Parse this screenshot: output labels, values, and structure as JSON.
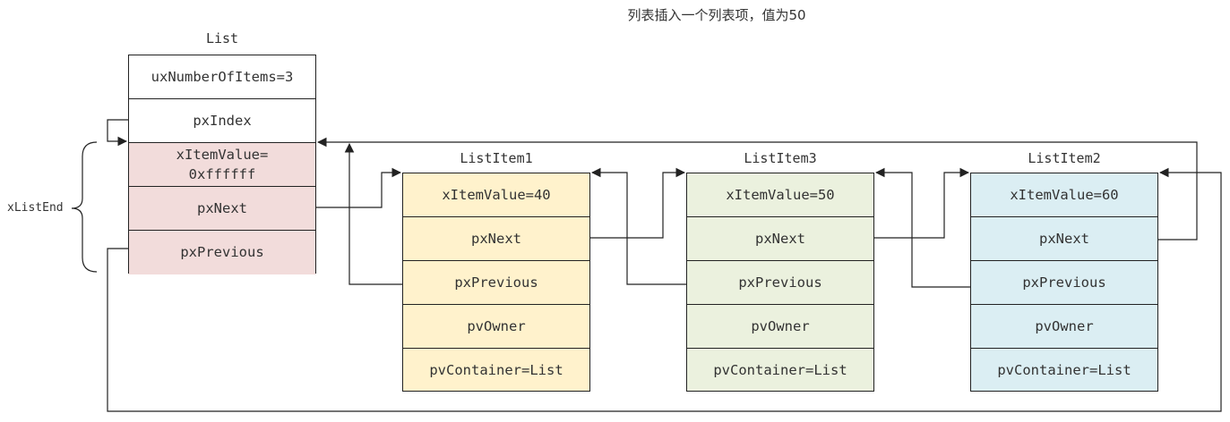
{
  "title": "列表插入一个列表项，值为50",
  "side_label": "xListEnd",
  "list": {
    "name": "List",
    "fields": [
      "uxNumberOfItems=3",
      "pxIndex"
    ],
    "end_fields": [
      "xItemValue=\n0xffffff",
      "pxNext",
      "pxPrevious"
    ]
  },
  "items": [
    {
      "name": "ListItem1",
      "fields": [
        "xItemValue=40",
        "pxNext",
        "pxPrevious",
        "pvOwner",
        "pvContainer=List"
      ]
    },
    {
      "name": "ListItem3",
      "fields": [
        "xItemValue=50",
        "pxNext",
        "pxPrevious",
        "pvOwner",
        "pvContainer=List"
      ]
    },
    {
      "name": "ListItem2",
      "fields": [
        "xItemValue=60",
        "pxNext",
        "pxPrevious",
        "pvOwner",
        "pvContainer=List"
      ]
    }
  ],
  "colors": {
    "list_end": "#f2dcdb",
    "item1": "#fff2cc",
    "item3": "#ebf1de",
    "item2": "#dbeef3",
    "line": "#222222"
  }
}
